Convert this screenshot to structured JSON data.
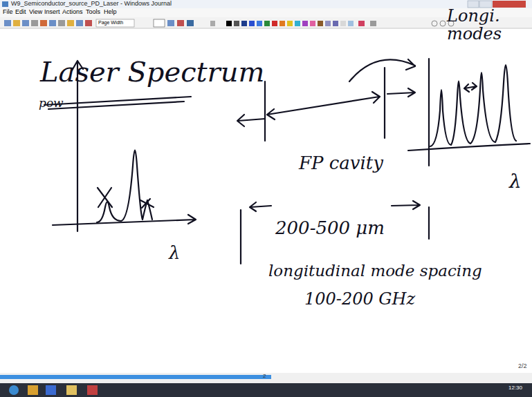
{
  "diagram": {
    "labels": [
      "W9_Semiconductor_source_PD_Laser - Windows Journal",
      "File",
      "Edit",
      "View",
      "Insert",
      "Actions",
      "Tools",
      "Help",
      "Page Width",
      "Laser Spectrum",
      "pow",
      "λ",
      "Longi. modes",
      "FP cavity",
      "200-500 μm",
      "longitudinal mode spacing",
      "100-200 GHz",
      "λ",
      "2/2",
      "2",
      "12:30"
    ]
  }
}
